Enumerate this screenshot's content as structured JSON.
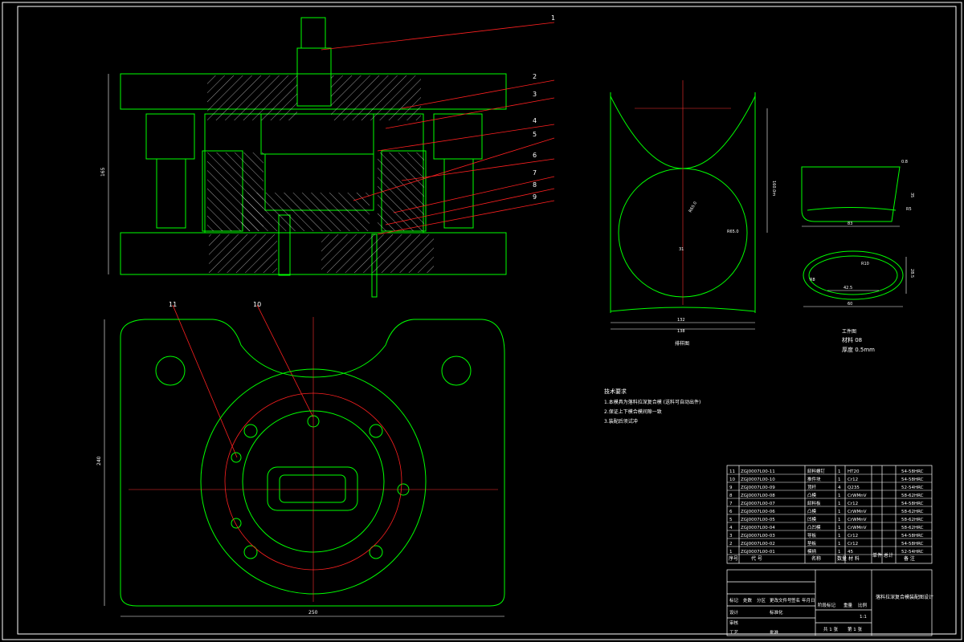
{
  "colors": {
    "bg": "#000000",
    "line": "#00ff00",
    "leader": "#ff2020",
    "frame": "#ffffff",
    "dim": "#ffffff",
    "center": "#ff3030"
  },
  "balloons": [
    "1",
    "2",
    "3",
    "4",
    "5",
    "6",
    "7",
    "8",
    "9",
    "10",
    "11"
  ],
  "dims": {
    "assembly_height": "165",
    "plan_height": "240",
    "plan_width": "250",
    "blank_height": "160.0m",
    "blank_r1": "R65.0",
    "blank_r2": "R65.0",
    "blank_small": "31",
    "blank_w1": "132",
    "blank_w2": "138",
    "part_t": "0.8",
    "part_h": "35",
    "part_w": "83",
    "part_r": "R5",
    "part_r2": "R10",
    "part_r3": "R8",
    "part_w2": "60",
    "part_w3": "42.5",
    "part_h2": "28.5"
  },
  "part_label": "工件图",
  "blank_label": "排样图",
  "part_material": "材料 08",
  "part_thickness": "厚度 0.5mm",
  "tech_req": {
    "title": "技术要求",
    "items": [
      "1.本模具为落料拉深复合模 (送料可自动出件)",
      "2.保证上下模合模间隙一致",
      "3.装配后须试冲"
    ]
  },
  "bom": [
    {
      "no": "11",
      "code": "ZGJ0007L00-11",
      "name": "卸料螺钉",
      "qty": "1",
      "mat": "HT20",
      "note": "54-58HRC"
    },
    {
      "no": "10",
      "code": "ZGJ0007L00-10",
      "name": "推件块",
      "qty": "1",
      "mat": "Cr12",
      "note": "54-58HRC"
    },
    {
      "no": "9",
      "code": "ZGJ0007L00-09",
      "name": "顶杆",
      "qty": "4",
      "mat": "Q235",
      "note": "52-54HRC"
    },
    {
      "no": "8",
      "code": "ZGJ0007L00-08",
      "name": "凸模",
      "qty": "1",
      "mat": "CrWMnV",
      "note": "58-62HRC"
    },
    {
      "no": "7",
      "code": "ZGJ0007L00-07",
      "name": "卸料板",
      "qty": "1",
      "mat": "Cr12",
      "note": "54-58HRC"
    },
    {
      "no": "6",
      "code": "ZGJ0007L00-06",
      "name": "凸模",
      "qty": "1",
      "mat": "CrWMnV",
      "note": "58-62HRC"
    },
    {
      "no": "5",
      "code": "ZGJ0007L00-05",
      "name": "凹模",
      "qty": "1",
      "mat": "CrWMnV",
      "note": "58-62HRC"
    },
    {
      "no": "4",
      "code": "ZGJ0007L00-04",
      "name": "凸凹模",
      "qty": "1",
      "mat": "CrWMnV",
      "note": "58-62HRC"
    },
    {
      "no": "3",
      "code": "ZGJ0007L00-03",
      "name": "导板",
      "qty": "1",
      "mat": "Cr12",
      "note": "54-58HRC"
    },
    {
      "no": "2",
      "code": "ZGJ0007L00-02",
      "name": "垫板",
      "qty": "1",
      "mat": "Cr12",
      "note": "54-58HRC"
    },
    {
      "no": "1",
      "code": "ZGJ0007L00-01",
      "name": "模柄",
      "qty": "1",
      "mat": "45",
      "note": "52-54HRC"
    }
  ],
  "bom_header": {
    "no": "序号",
    "code": "代 号",
    "name": "名称",
    "qty": "数量",
    "mat": "材 料",
    "note": "备 注",
    "unit1": "单件",
    "unit2": "总计"
  },
  "title_block": {
    "title": "落料拉深复合模装配图设计",
    "scale": "1:1",
    "sheet_a": "共 1 张",
    "sheet_b": "第 1 张",
    "labels": [
      "标记",
      "处数",
      "分区",
      "更改文件号",
      "签名",
      "年月日",
      "设计",
      "标准化",
      "审核",
      "工艺",
      "批准",
      "阶段标记",
      "重量",
      "比例"
    ]
  }
}
